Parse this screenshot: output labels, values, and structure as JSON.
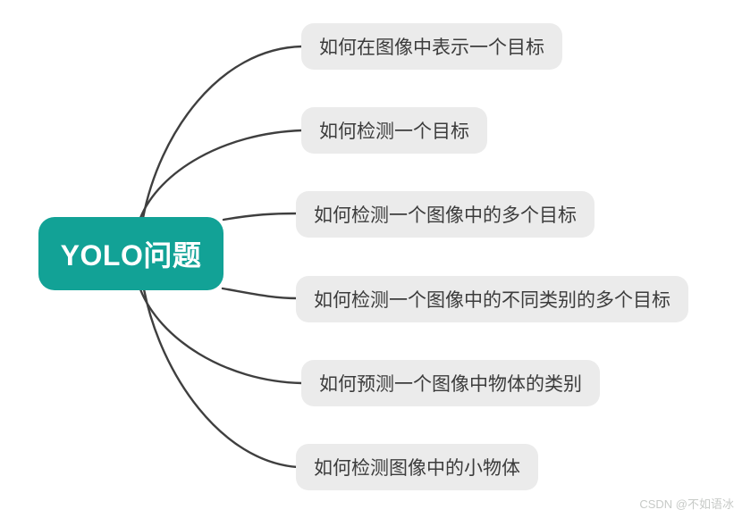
{
  "root": {
    "label": "YOLO问题"
  },
  "nodes": [
    {
      "label": "如何在图像中表示一个目标"
    },
    {
      "label": "如何检测一个目标"
    },
    {
      "label": "如何检测一个图像中的多个目标"
    },
    {
      "label": "如何检测一个图像中的不同类别的多个目标"
    },
    {
      "label": "如何预测一个图像中物体的类别"
    },
    {
      "label": "如何检测图像中的小物体"
    }
  ],
  "watermark": {
    "text": "CSDN @不如语冰"
  },
  "colors": {
    "accent": "#12a296",
    "node-bg": "#ebebeb",
    "node-text": "#3c3c3c",
    "root-text": "#ffffff",
    "line": "#3f3f3f",
    "watermark": "#c7cac7",
    "canvas-bg": "#ffffff"
  }
}
